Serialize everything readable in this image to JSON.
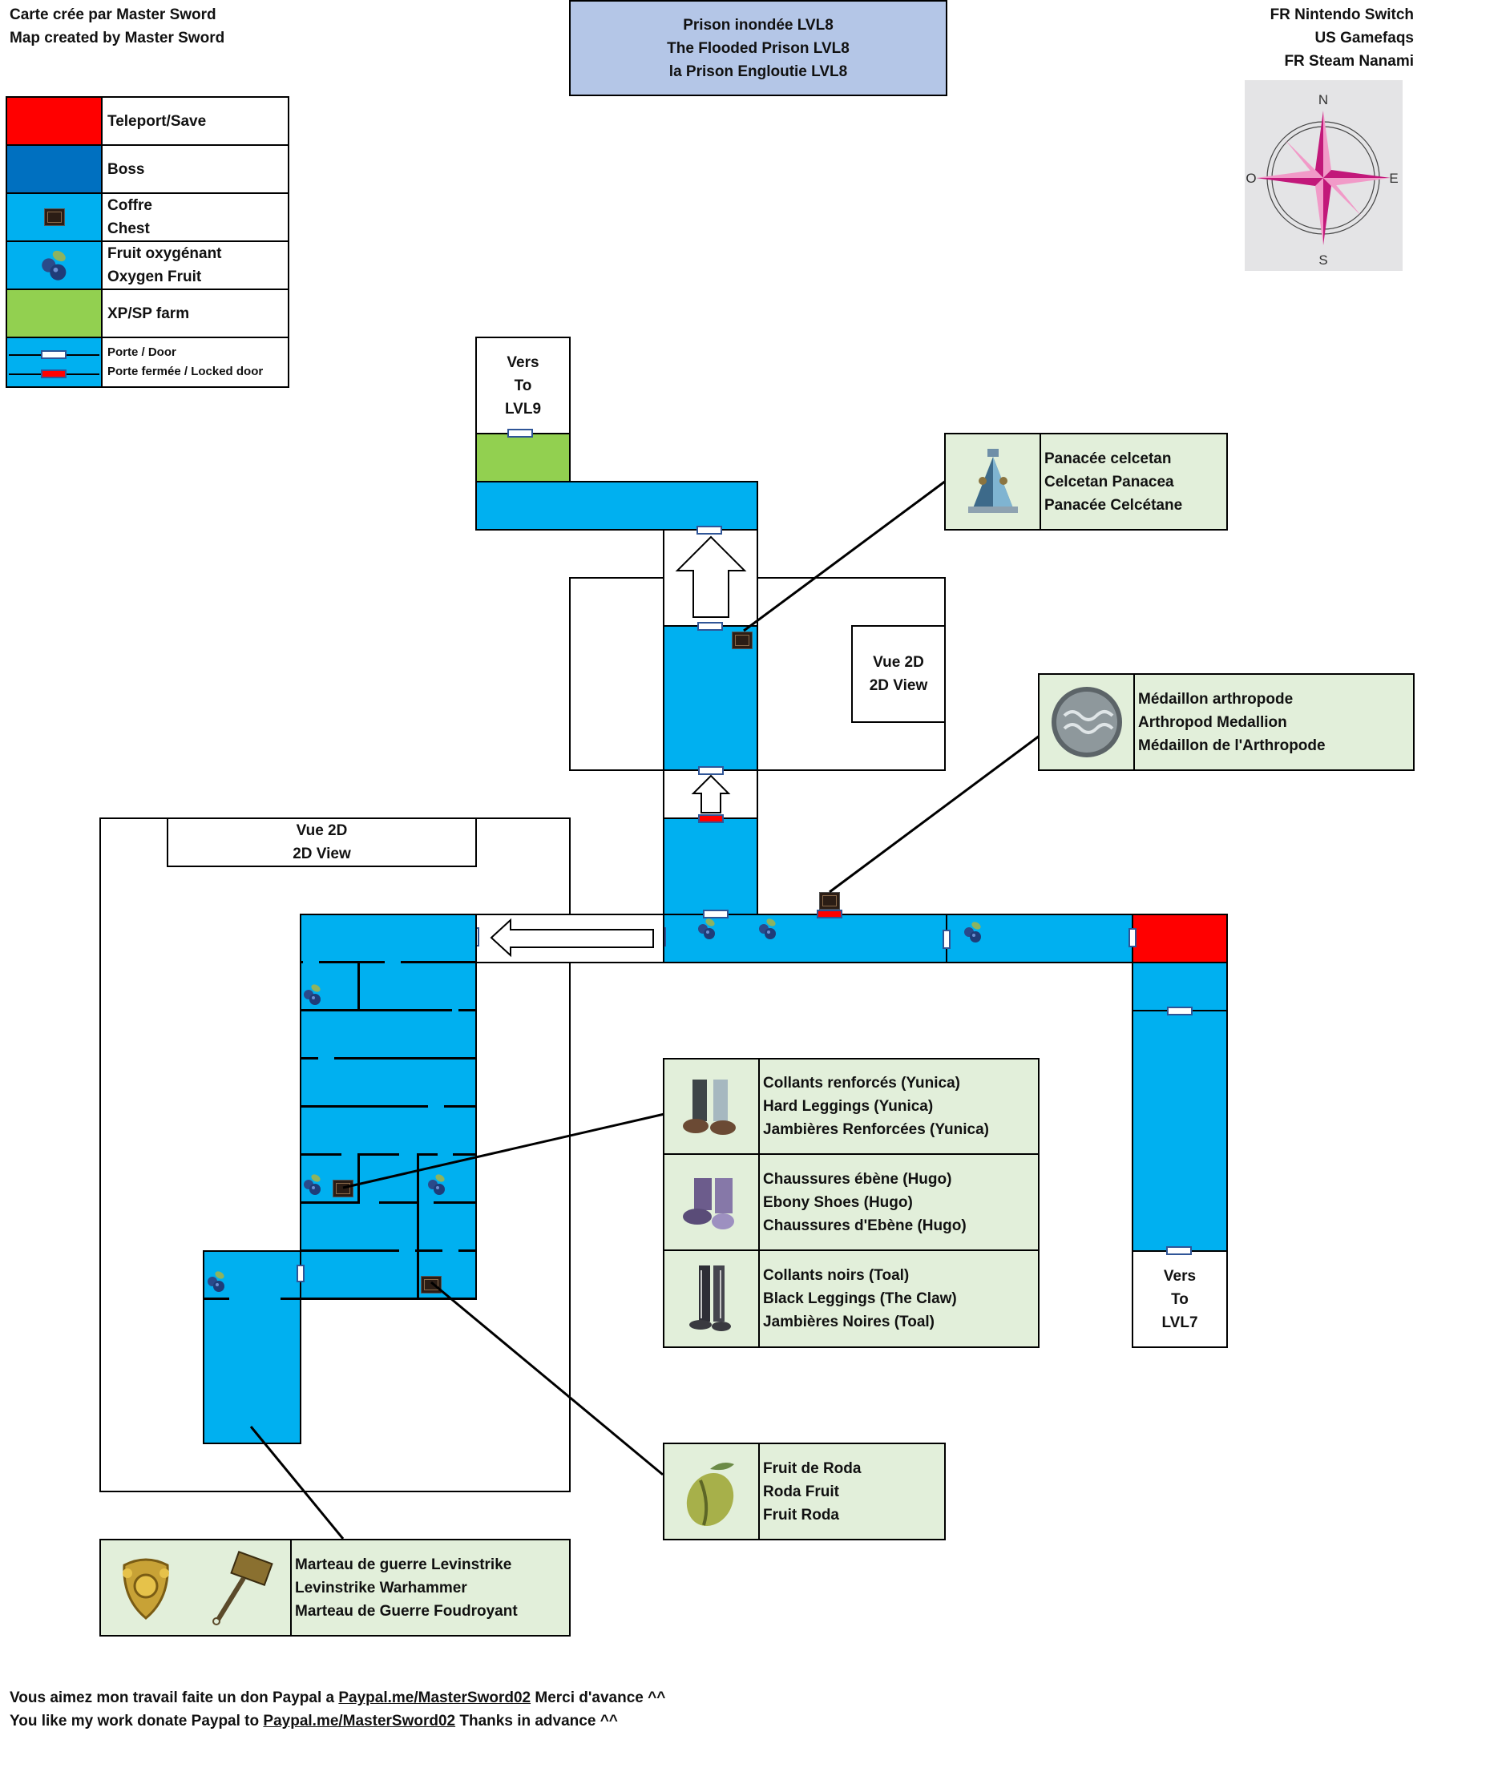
{
  "credits": {
    "line1": "Carte crée par Master Sword",
    "line2": "Map created by Master Sword"
  },
  "title": {
    "fr": "Prison inondée LVL8",
    "us": "The Flooded Prison LVL8",
    "fr_steam": "la Prison Engloutie LVL8"
  },
  "sources": {
    "line1": "FR Nintendo Switch",
    "line2": "US Gamefaqs",
    "line3": "FR Steam Nanami"
  },
  "compass": {
    "n": "N",
    "e": "E",
    "s": "S",
    "w": "O"
  },
  "colors": {
    "room": "#00b0f0",
    "boss": "#0070c0",
    "teleport": "#ff0000",
    "farm": "#92d050",
    "item_bg": "#e2efda",
    "title_bg": "#b4c6e7"
  },
  "legend": [
    {
      "icon": "teleport-swatch",
      "lines": [
        "Teleport/Save"
      ]
    },
    {
      "icon": "boss-swatch",
      "lines": [
        "Boss"
      ]
    },
    {
      "icon": "chest-icon",
      "lines": [
        "Coffre",
        "Chest"
      ]
    },
    {
      "icon": "oxygen-fruit-icon",
      "lines": [
        "Fruit oxygénant",
        "Oxygen Fruit"
      ]
    },
    {
      "icon": "farm-swatch",
      "lines": [
        "XP/SP farm"
      ]
    },
    {
      "icon": "door-icon",
      "lines": [
        "Porte / Door",
        "Porte fermée / Locked door"
      ]
    }
  ],
  "map": {
    "to_lvl9": [
      "Vers",
      "To",
      "LVL9"
    ],
    "to_lvl7": [
      "Vers",
      "To",
      "LVL7"
    ],
    "view2d_right": [
      "Vue 2D",
      "2D View"
    ],
    "view2d_left": [
      "Vue 2D",
      "2D View"
    ]
  },
  "items": {
    "panacea": [
      "Panacée celcetan",
      "Celcetan Panacea",
      "Panacée Celcétane"
    ],
    "medallion": [
      "Médaillon arthropode",
      "Arthropod Medallion",
      "Médaillon de l'Arthropode"
    ],
    "leggings": [
      [
        "Collants renforcés (Yunica)",
        "Hard Leggings  (Yunica)",
        "Jambières Renforcées (Yunica)"
      ],
      [
        "Chaussures ébène (Hugo)",
        "Ebony Shoes (Hugo)",
        "Chaussures d'Ebène (Hugo)"
      ],
      [
        "Collants noirs (Toal)",
        "Black Leggings (The Claw)",
        "Jambières Noires (Toal)"
      ]
    ],
    "roda": [
      "Fruit de Roda",
      "Roda Fruit",
      "Fruit Roda"
    ],
    "hammer": [
      "Marteau de guerre Levinstrike",
      "Levinstrike Warhammer",
      "Marteau de Guerre Foudroyant"
    ]
  },
  "footer": {
    "fr_prefix": "Vous aimez mon travail faite un don Paypal a ",
    "fr_link": "Paypal.me/MasterSword02",
    "fr_suffix": " Merci d'avance ^^",
    "en_prefix": "You like my work donate Paypal to ",
    "en_link": "Paypal.me/MasterSword02",
    "en_suffix": " Thanks in advance ^^"
  }
}
